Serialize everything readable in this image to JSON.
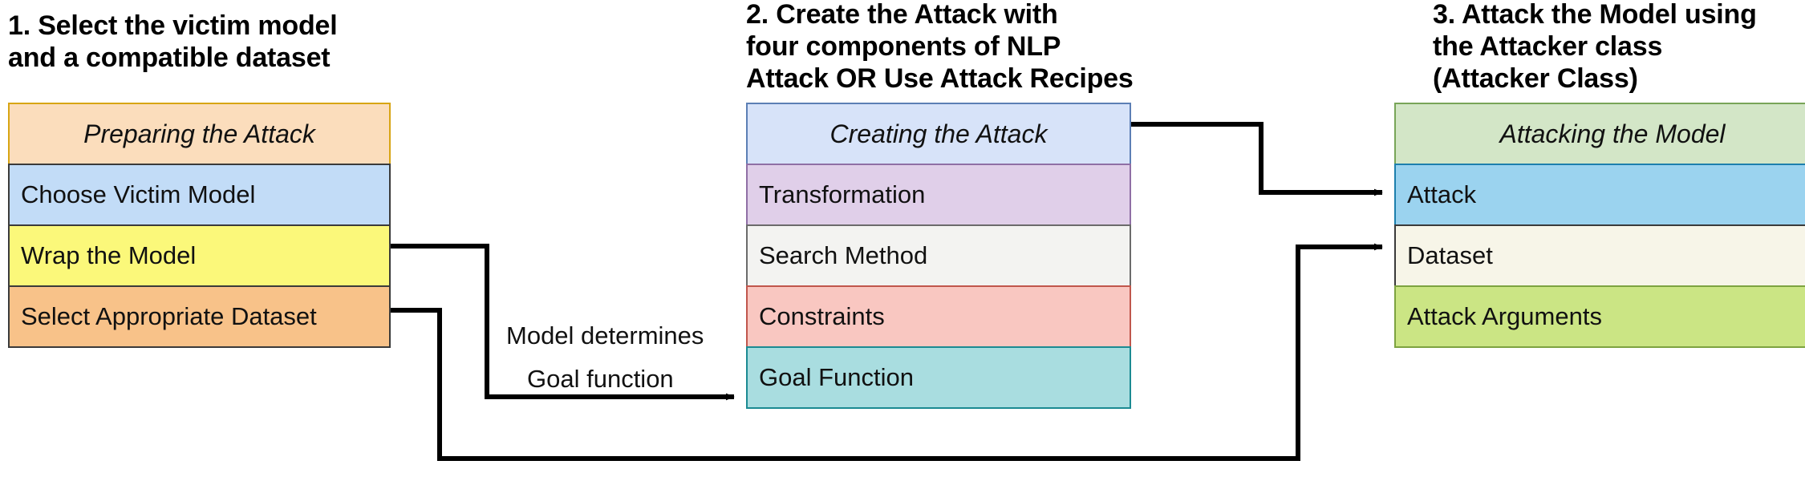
{
  "columns": [
    {
      "heading": "1. Select the victim model\nand a compatible dataset",
      "title": "Preparing the Attack",
      "title_fill": "#fbddbc",
      "title_border": "#d8a514",
      "rows": [
        {
          "label": "Choose Victim Model",
          "fill": "#c2dcf7",
          "border": "#3a3a3a"
        },
        {
          "label": "Wrap the Model",
          "fill": "#fbf87a",
          "border": "#3a3a3a"
        },
        {
          "label": "Select Appropriate Dataset",
          "fill": "#f8c289",
          "border": "#3a3a3a"
        }
      ]
    },
    {
      "heading": "2. Create the Attack with\nfour components of NLP\nAttack OR Use Attack Recipes",
      "title": "Creating the Attack",
      "title_fill": "#d7e3f9",
      "title_border": "#5c7fb5",
      "rows": [
        {
          "label": "Transformation",
          "fill": "#e0cfe9",
          "border": "#8f6fa5"
        },
        {
          "label": "Search Method",
          "fill": "#f3f3f1",
          "border": "#6b6b6b"
        },
        {
          "label": "Constraints",
          "fill": "#f9c7c1",
          "border": "#c0564c"
        },
        {
          "label": "Goal Function",
          "fill": "#a9dde0",
          "border": "#1b8a92"
        }
      ]
    },
    {
      "heading": "3. Attack the Model using\nthe Attacker class\n(Attacker Class)",
      "title": "Attacking the Model",
      "title_fill": "#d3e6c7",
      "title_border": "#78a558",
      "rows": [
        {
          "label": "Attack",
          "fill": "#9bd3ef",
          "border": "#1d7fad"
        },
        {
          "label": "Dataset",
          "fill": "#f7f5e8",
          "border": "#3a3a3a"
        },
        {
          "label": "Attack Arguments",
          "fill": "#cbe584",
          "border": "#7da340"
        }
      ]
    }
  ],
  "edge_labels": {
    "model_determines": "Model determines",
    "goal_function": "Goal function"
  },
  "colors": {
    "wire": "#000000",
    "background": "#ffffff",
    "text": "#111111",
    "heading_text": "#000000"
  }
}
